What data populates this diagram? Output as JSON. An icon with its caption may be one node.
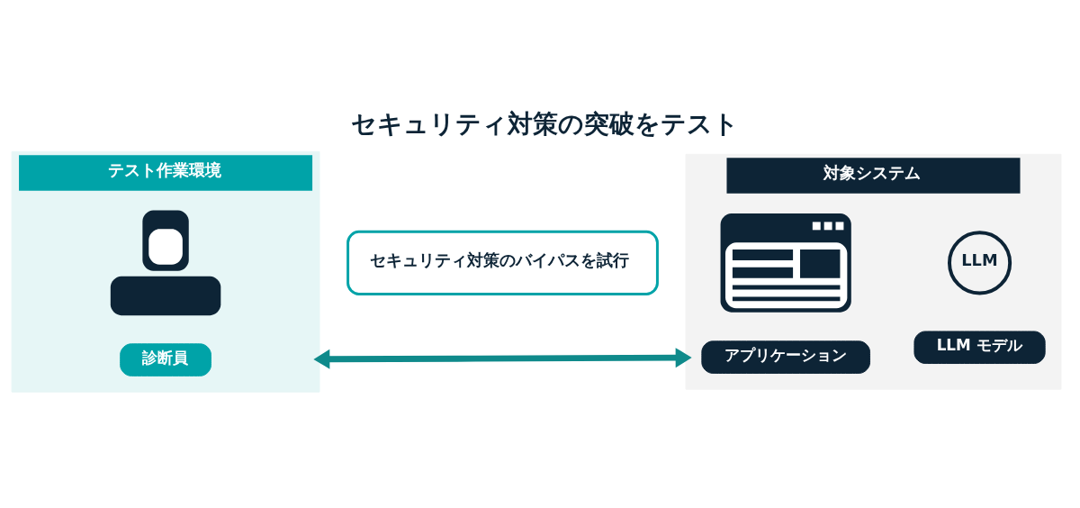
{
  "diagram": {
    "title": "セキュリティ対策の突破をテスト",
    "nodes": [
      {
        "text": [
          "テスト作業環境"
        ]
      },
      {
        "text": [
          "対象システム"
        ]
      },
      {
        "text": [],
        "shape": "person",
        "in": 0
      },
      {
        "text": [
          "診断員"
        ],
        "in": 0
      },
      {
        "text": [
          "セキュリティ対策のバイパスを試行"
        ]
      },
      {
        "text": [],
        "shape": "picture",
        "in": 1
      },
      {
        "text": [
          "LLM"
        ],
        "in": 1
      },
      {
        "text": [
          "アプリケーション"
        ],
        "in": 1
      },
      {
        "text": [
          "LLM モデル"
        ],
        "in": 1
      }
    ],
    "edges": [
      {
        "from": 0,
        "to": 1,
        "arrow": "both"
      }
    ]
  }
}
